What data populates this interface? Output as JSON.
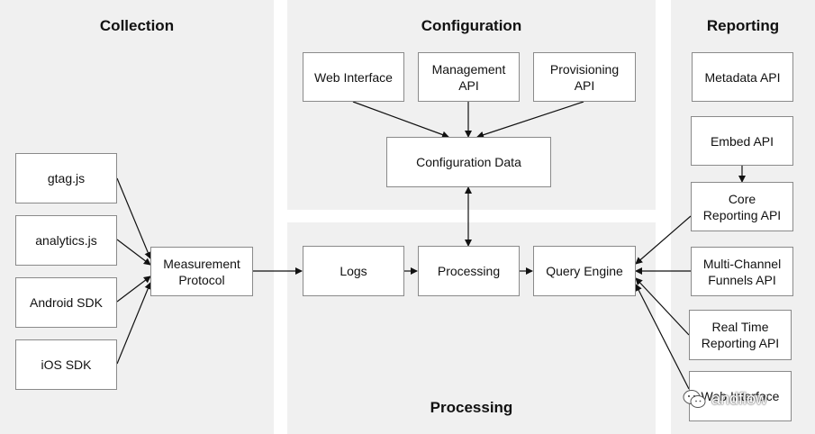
{
  "sections": {
    "collection": "Collection",
    "configuration": "Configuration",
    "processing": "Processing",
    "reporting": "Reporting"
  },
  "collection": {
    "sources": [
      "gtag.js",
      "analytics.js",
      "Android SDK",
      "iOS SDK"
    ],
    "protocol": "Measurement\nProtocol"
  },
  "configuration": {
    "web_interface": "Web Interface",
    "management_api": "Management\nAPI",
    "provisioning_api": "Provisioning\nAPI",
    "config_data": "Configuration Data"
  },
  "processing": {
    "logs": "Logs",
    "processing": "Processing",
    "query_engine": "Query Engine"
  },
  "reporting": {
    "metadata_api": "Metadata API",
    "embed_api": "Embed API",
    "core_reporting_api": "Core\nReporting API",
    "multi_channel_api": "Multi-Channel\nFunnels API",
    "real_time_api": "Real Time\nReporting API",
    "web_interface": "Web Interface"
  },
  "watermark": {
    "text": "andflow",
    "icon": "wechat-icon"
  },
  "colors": {
    "panel": "#f0f0f0",
    "border": "#8a8a8a",
    "arrow": "#111111"
  }
}
